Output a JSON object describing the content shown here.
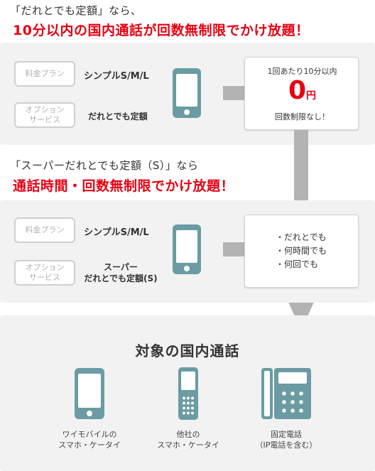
{
  "section1": {
    "subheading": "「だれとでも定額」なら、",
    "heading": "10分以内の国内通話が回数無制限でかけ放題！",
    "plan_label": "料金プラン",
    "plan_value": "シンプルS/M/L",
    "option_label_line1": "オプション",
    "option_label_line2": "サービス",
    "option_value": "だれとでも定額",
    "result_line1": "1回あたり10分以内",
    "result_price": "0",
    "result_unit": "円",
    "result_line2": "回数制限なし！"
  },
  "section2": {
    "subheading": "「スーパーだれとでも定額（S）」なら",
    "heading": "通話時間・回数無制限でかけ放題！",
    "plan_label": "料金プラン",
    "plan_value": "シンプルS/M/L",
    "option_label_line1": "オプション",
    "option_label_line2": "サービス",
    "option_value_line1": "スーパー",
    "option_value_line2": "だれとでも定額(S)",
    "bullets": [
      "・だれとでも",
      "・何時間でも",
      "・何回でも"
    ]
  },
  "target": {
    "title": "対象の国内通話",
    "items": [
      {
        "icon": "smartphone-icon",
        "line1": "ワイモバイルの",
        "line2": "スマホ・ケータイ"
      },
      {
        "icon": "feature-phone-icon",
        "line1": "他社の",
        "line2": "スマホ・ケータイ"
      },
      {
        "icon": "landline-phone-icon",
        "line1": "固定電話",
        "line2": "（IP電話を含む）"
      }
    ]
  },
  "colors": {
    "accent": "#e60012",
    "icon": "#6b9ba3",
    "panel": "#f2f2f2",
    "connector": "#b3b3b3"
  }
}
